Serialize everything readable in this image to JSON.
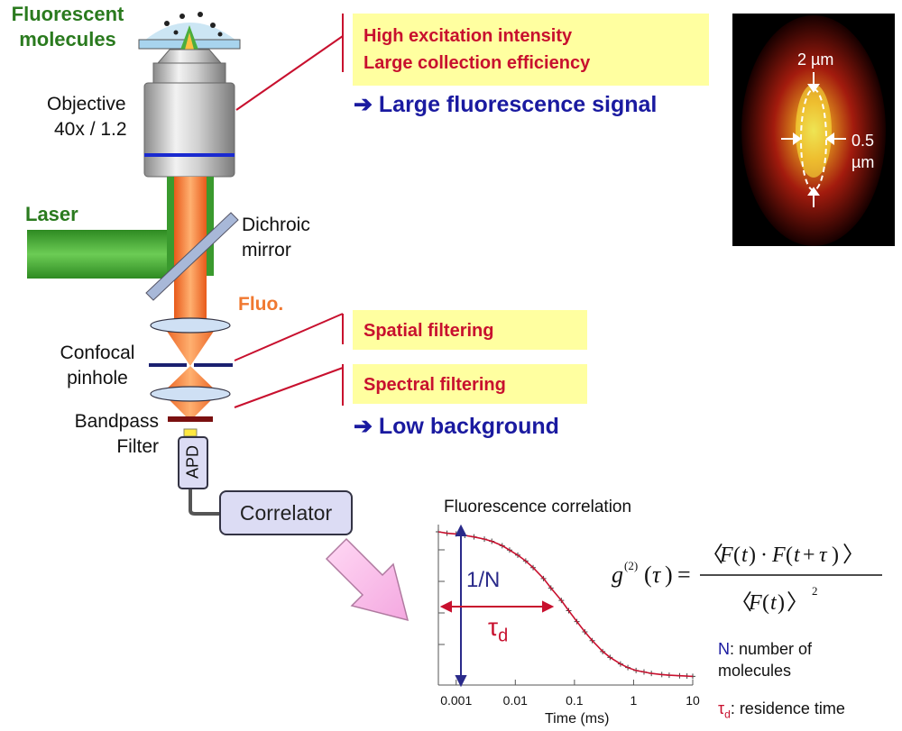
{
  "labels": {
    "fluorescent_molecules": "Fluorescent\nmolecules",
    "objective": "Objective",
    "objective_spec": "40x / 1.2",
    "laser": "Laser",
    "dichroic": "Dichroic\nmirror",
    "fluo": "Fluo.",
    "confocal": "Confocal\npinhole",
    "bandpass": "Bandpass\nFilter",
    "apd": "APD",
    "correlator": "Correlator"
  },
  "callouts": {
    "excitation": "High excitation intensity",
    "collection": "Large collection efficiency",
    "large_signal": "➔ Large fluorescence signal",
    "spatial": "Spatial filtering",
    "spectral": "Spectral filtering",
    "low_background": "➔ Low background"
  },
  "psf": {
    "width_label": "2 µm",
    "depth_label": "0.5\nµm"
  },
  "correlation": {
    "title": "Fluorescence correlation",
    "amplitude_label": "1/N",
    "tau_label": "τ",
    "tau_sub": "d",
    "legend_n_symbol": "N",
    "legend_n_text": ": number of\nmolecules",
    "legend_tau_symbol": "τ",
    "legend_tau_sub": "d",
    "legend_tau_text": ": residence time"
  },
  "colors": {
    "laser_green": "#3a9a2e",
    "fluo_orange": "#f07830",
    "callout_red": "#c8102e",
    "callout_blue": "#1a1aa0",
    "box_yellow": "#ffffa0"
  },
  "chart_data": {
    "type": "scatter",
    "title": "Fluorescence correlation",
    "xlabel": "Time (ms)",
    "ylabel": "",
    "x_scale": "log",
    "xlim": [
      0.0005,
      10
    ],
    "x_ticks": [
      0.001,
      0.01,
      0.1,
      1,
      10
    ],
    "x_tick_labels": [
      "0.001",
      "0.01",
      "0.1",
      "1",
      "10"
    ],
    "series": [
      {
        "kind": "data",
        "x": [
          0.0005,
          0.0007,
          0.001,
          0.0014,
          0.002,
          0.003,
          0.004,
          0.006,
          0.008,
          0.011,
          0.015,
          0.02,
          0.03,
          0.04,
          0.06,
          0.08,
          0.11,
          0.15,
          0.2,
          0.3,
          0.4,
          0.6,
          0.8,
          1.1,
          1.5,
          2,
          3,
          4,
          6,
          8,
          10
        ],
        "y": [
          1.0,
          0.99,
          0.985,
          0.975,
          0.965,
          0.95,
          0.935,
          0.905,
          0.875,
          0.84,
          0.8,
          0.755,
          0.68,
          0.615,
          0.53,
          0.46,
          0.385,
          0.315,
          0.255,
          0.18,
          0.14,
          0.095,
          0.07,
          0.05,
          0.04,
          0.03,
          0.022,
          0.018,
          0.014,
          0.012,
          0.01
        ]
      }
    ]
  }
}
